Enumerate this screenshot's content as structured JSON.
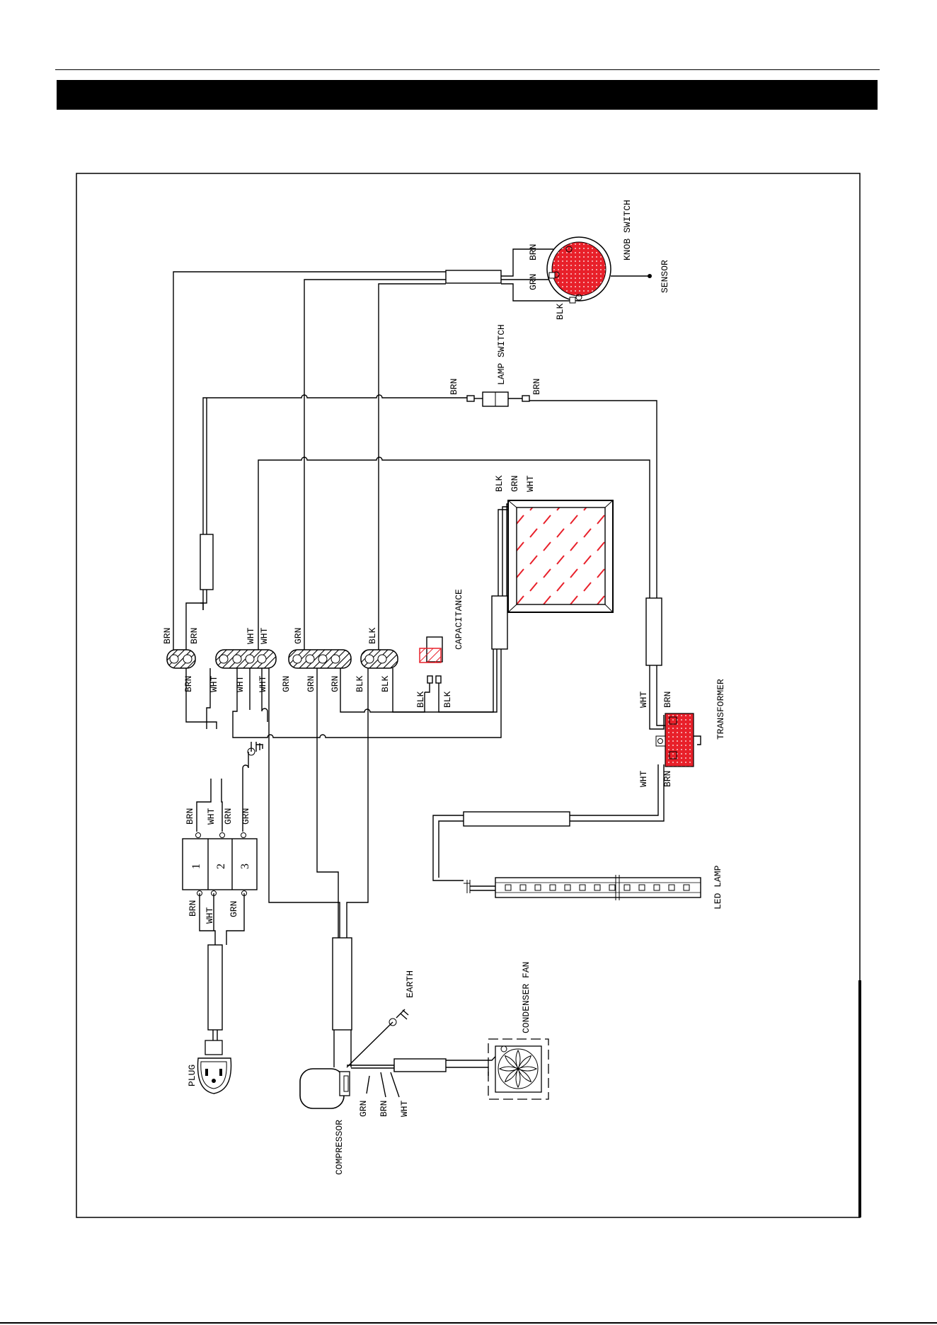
{
  "labels": {
    "knob_switch": "KNOB SWITCH",
    "sensor": "SENSOR",
    "lamp_switch": "LAMP SWITCH",
    "capacitance": "CAPACITANCE",
    "transformer": "TRANSFORMER",
    "led_lamp": "LED LAMP",
    "condenser_fan": "CONDENSER FAN",
    "earth": "EARTH",
    "plug": "PLUG",
    "compressor": "COMPRESSOR"
  },
  "wires": {
    "brn": "BRN",
    "grn": "GRN",
    "blk": "BLK",
    "wht": "WHT"
  },
  "terminals": {
    "t1": "1",
    "t2": "2",
    "t3": "3"
  },
  "colors": {
    "component_fill": "#e8202a",
    "hatch": "#e8202a",
    "line": "#000000"
  }
}
